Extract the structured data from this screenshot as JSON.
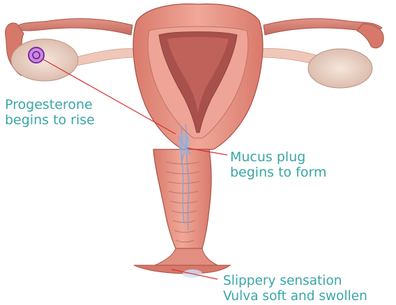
{
  "labels": {
    "progesterone": [
      "Progesterone",
      "begins to rise"
    ],
    "mucus": [
      "Mucus plug",
      "begins to form"
    ],
    "slippery": [
      "Slippery sensation",
      "Vulva soft and swollen"
    ]
  },
  "colors": {
    "label_text": "#3aa6a6",
    "leader_line": "#d83030",
    "tissue": "#e89484",
    "tissue_dark": "#b05a50",
    "inner_cavity": "#a8504c",
    "ovary": "#e8cfc2",
    "follicle": "#9a3fc0",
    "mucus": "#6fa6e0"
  }
}
